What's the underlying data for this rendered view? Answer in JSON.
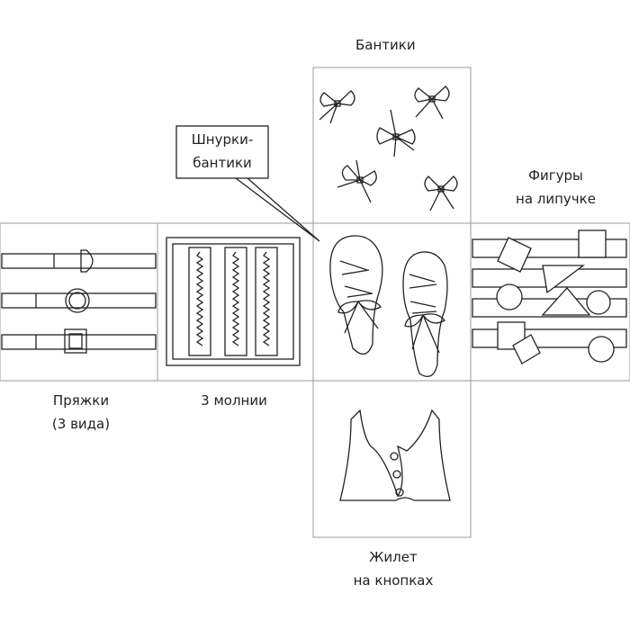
{
  "labels": {
    "bows": "Бантики",
    "laces_line1": "Шнурки-",
    "laces_line2": "бантики",
    "velcro_line1": "Фигуры",
    "velcro_line2": "на липучке",
    "buckles_line1": "Пряжки",
    "buckles_line2": "(3 вида)",
    "zippers": "3 молнии",
    "vest_line1": "Жилет",
    "vest_line2": "на кнопках"
  },
  "colors": {
    "stroke": "#222222",
    "grid": "#999999",
    "background": "#ffffff"
  }
}
